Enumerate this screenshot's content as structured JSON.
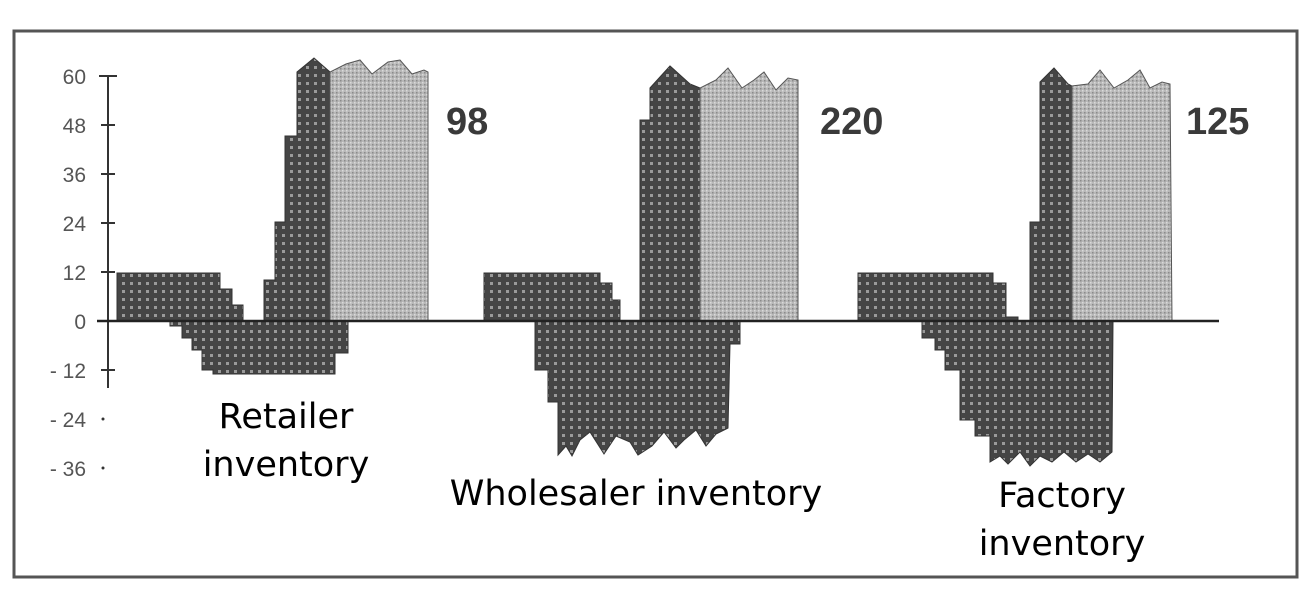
{
  "chart_data": {
    "type": "bar",
    "title": "",
    "xlabel": "",
    "ylabel": "",
    "ylim": [
      -36,
      60
    ],
    "y_ticks": [
      60,
      48,
      36,
      24,
      12,
      0,
      -12,
      -24,
      -36
    ],
    "y_tick_labels": [
      "60",
      "48",
      "36",
      "24",
      "12",
      "0",
      "- 12",
      "- 24",
      "- 36"
    ],
    "grid": false,
    "legend": null,
    "panels": [
      {
        "name": "Retailer inventory",
        "label": "Retailer\ninventory",
        "peak_label": "98",
        "positive_steps": [
          12,
          12,
          12,
          12,
          12,
          12,
          12,
          12,
          8,
          4,
          0,
          0,
          10,
          24,
          45,
          60,
          60,
          60
        ],
        "negative_steps": [
          -1,
          -4,
          -7,
          -12,
          -13,
          -13,
          -13,
          -13,
          -13,
          -13,
          -13,
          -13,
          -8
        ],
        "off_scale_value": 98
      },
      {
        "name": "Wholesaler inventory",
        "label": "Wholesaler inventory",
        "peak_label": "220",
        "positive_steps": [
          12,
          12,
          12,
          12,
          12,
          12,
          12,
          12,
          12,
          9,
          5,
          0,
          49,
          60,
          60,
          60,
          60
        ],
        "negative_steps": [
          -12,
          -20,
          -33,
          -33,
          -33,
          -33,
          -33,
          -33,
          -33,
          -33,
          -33,
          -33,
          -33,
          -33,
          -33,
          -5
        ],
        "off_scale_value": 220
      },
      {
        "name": "Factory inventory",
        "label": "Factory\ninventory",
        "peak_label": "125",
        "positive_steps": [
          12,
          12,
          12,
          12,
          12,
          12,
          12,
          12,
          12,
          12,
          9,
          1,
          0,
          24,
          60,
          60,
          60
        ],
        "negative_steps": [
          -4,
          -7,
          -12,
          -25,
          -28,
          -35,
          -35,
          -35,
          -35,
          -35,
          -35,
          -35,
          -35
        ],
        "off_scale_value": 125
      }
    ],
    "notes": "Bars beyond 60 are truncated with jagged tops; light-gray region represents off-scale peak with value labeled (98, 220, 125)."
  },
  "labels": {
    "retailer_line1": "Retailer",
    "retailer_line2": "inventory",
    "wholesaler": "Wholesaler inventory",
    "factory_line1": "Factory",
    "factory_line2": "inventory",
    "retailer_peak": "98",
    "wholesaler_peak": "220",
    "factory_peak": "125"
  },
  "axis": {
    "t60": "60",
    "t48": "48",
    "t36": "36",
    "t24": "24",
    "t12": "12",
    "t0": "0",
    "tm12": "- 12",
    "tm24": "- 24",
    "tm36": "- 36"
  },
  "colors": {
    "dark_bar": "#4a4a4a",
    "light_bar": "#b4b4b4",
    "frame": "#555555",
    "axis": "#333333"
  }
}
